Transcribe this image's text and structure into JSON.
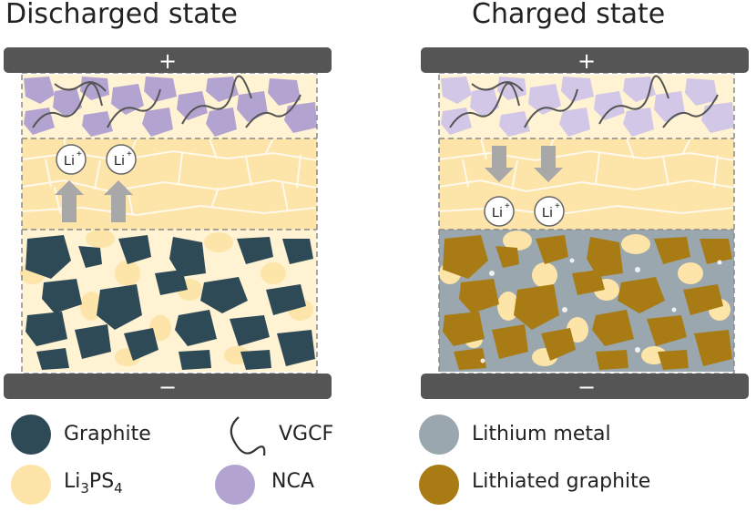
{
  "titles": {
    "left": "Discharged state",
    "right": "Charged state"
  },
  "electrodes": {
    "plus": "+",
    "minus": "−"
  },
  "ions": {
    "label": "Li",
    "charge": "+"
  },
  "legend": {
    "graphite": "Graphite",
    "vgcf": "VGCF",
    "li3ps4": {
      "a": "Li",
      "b": "3",
      "c": "PS",
      "d": "4"
    },
    "nca": "NCA",
    "lithium_metal": "Lithium metal",
    "lithiated_graphite": "Lithiated graphite"
  },
  "colors": {
    "bar": "#555555",
    "nca": "#b3a3d1",
    "electrolyte": "#fde4a8",
    "electrolyte_light": "#fff3d4",
    "graphite": "#2f4a57",
    "lithiated_graphite": "#a87b14",
    "lithium_metal": "#9aa7ae",
    "arrow": "#a8a8a8",
    "dash": "#8a8a8a"
  }
}
